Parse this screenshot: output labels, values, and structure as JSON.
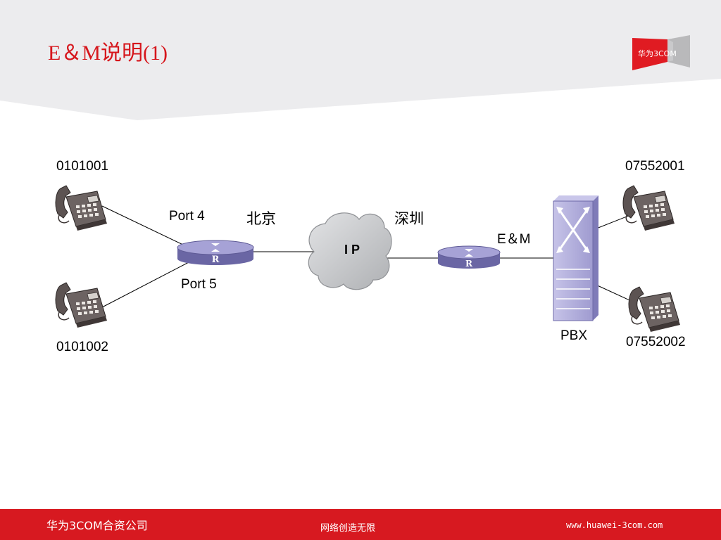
{
  "header": {
    "title": "E＆M说明(1)",
    "logo_text": "华为3COM"
  },
  "diagram": {
    "beijing_label": "北京",
    "shenzhen_label": "深圳",
    "cloud_label": "I P",
    "port4_label": "Port 4",
    "port5_label": "Port 5",
    "em_label": "E＆M",
    "pbx_label": "PBX",
    "router_glyph": "R",
    "phones": {
      "beijing_top_number": "0101001",
      "beijing_bottom_number": "0101002",
      "shenzhen_top_number": "07552001",
      "shenzhen_bottom_number": "07552002"
    }
  },
  "footer": {
    "company": "华为3COM合资公司",
    "slogan": "网络创造无限",
    "url": "www.huawei-3com.com"
  },
  "colors": {
    "title": "#d6161c",
    "footer_bg": "#d71920",
    "header_band": "#ececee",
    "router_body": "#9a96cc",
    "pbx_body": "#b3b0dc",
    "cloud": "#c8cacc"
  }
}
